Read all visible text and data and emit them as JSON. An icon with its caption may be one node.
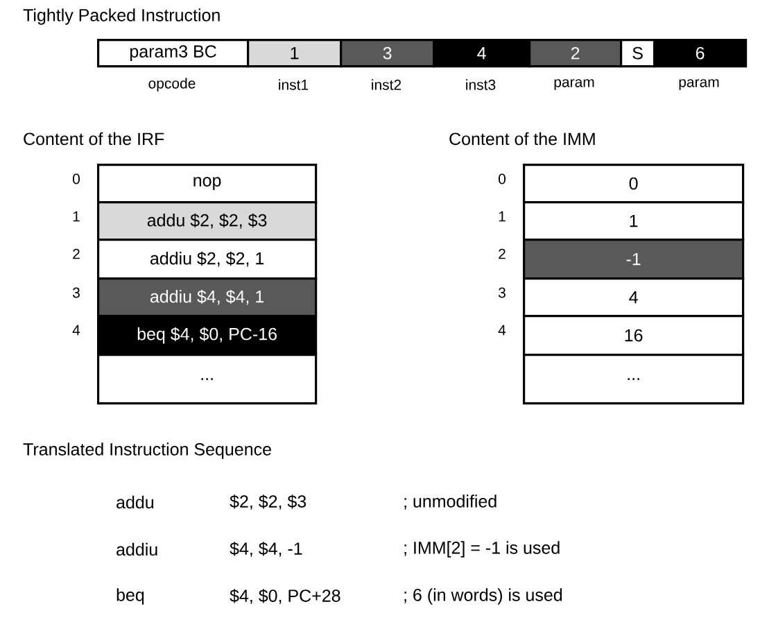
{
  "diagram": {
    "nodes": [
      {
        "text": [
          "param3 BC"
        ],
        "beside": [
          "opcode"
        ]
      },
      {
        "text": [
          "1"
        ],
        "beside": [
          "inst1"
        ]
      },
      {
        "text": [
          "3"
        ],
        "beside": [
          "inst2"
        ]
      },
      {
        "text": [
          "4"
        ],
        "beside": [
          "inst3"
        ]
      },
      {
        "text": [
          "2"
        ],
        "beside": [
          "param"
        ]
      },
      {
        "text": [
          "S"
        ]
      },
      {
        "text": [
          "6"
        ],
        "beside": [
          "param"
        ]
      },
      {
        "text": [
          "nop"
        ],
        "beside": [
          "0"
        ]
      },
      {
        "text": [
          "addu $2, $2, $3"
        ],
        "beside": [
          "1"
        ]
      },
      {
        "text": [
          "addiu $2, $2, 1"
        ],
        "beside": [
          "2"
        ]
      },
      {
        "text": [
          "addiu $4, $4, 1"
        ],
        "beside": [
          "3"
        ]
      },
      {
        "text": [
          "beq $4, $0, PC-16"
        ],
        "beside": [
          "4"
        ]
      },
      {
        "text": [
          "..."
        ]
      },
      {
        "text": [
          "0"
        ],
        "beside": [
          "0"
        ]
      },
      {
        "text": [
          "1"
        ],
        "beside": [
          "1"
        ]
      },
      {
        "text": [
          "-1"
        ],
        "beside": [
          "2"
        ]
      },
      {
        "text": [
          "4"
        ],
        "beside": [
          "3"
        ]
      },
      {
        "text": [
          "16"
        ],
        "beside": [
          "4"
        ]
      },
      {
        "text": [
          "..."
        ]
      }
    ],
    "labels": [
      "Tightly Packed Instruction",
      "Content of the IRF",
      "Content of the IMM",
      "Translated Instruction Sequence",
      "addu",
      "$2, $2, $3",
      "; unmodified",
      "addiu",
      "$4, $4, -1",
      "; IMM[2] = -1 is used",
      "beq",
      "$4, $0, PC+28",
      "; 6 (in words) is used"
    ]
  }
}
